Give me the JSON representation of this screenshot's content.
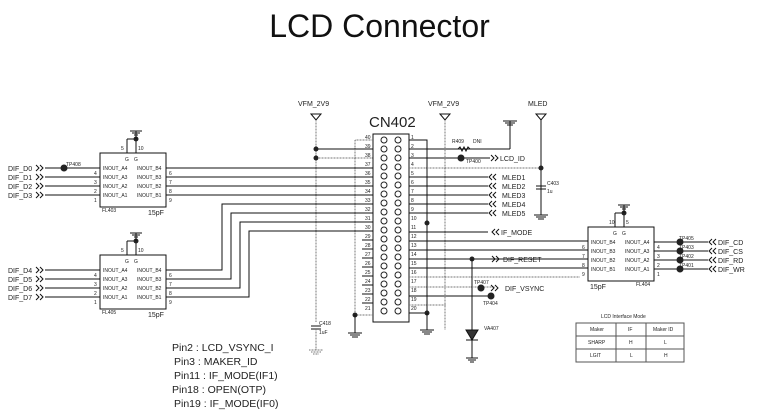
{
  "title": "LCD Connector",
  "connector": {
    "ref": "CN402",
    "left_pins": [
      "40",
      "39",
      "38",
      "37",
      "36",
      "35",
      "34",
      "33",
      "32",
      "31",
      "30",
      "29",
      "28",
      "27",
      "26",
      "25",
      "24",
      "23",
      "22",
      "21"
    ],
    "right_pins": [
      "1",
      "2",
      "3",
      "4",
      "5",
      "6",
      "7",
      "8",
      "9",
      "10",
      "11",
      "12",
      "13",
      "14",
      "15",
      "16",
      "17",
      "18",
      "19",
      "20"
    ]
  },
  "power_labels": {
    "vfm_left": "VFM_2V9",
    "vfm_right": "VFM_2V9",
    "mled": "MLED"
  },
  "filters": [
    {
      "ref": "FL403",
      "cap": "15pF",
      "top_pins": [
        "5",
        "10"
      ],
      "left_pin_nums": [
        "4",
        "3",
        "2",
        "1"
      ],
      "right_pin_nums": [
        "6",
        "7",
        "8",
        "9"
      ],
      "left_labels": [
        "INOUT_A4",
        "INOUT_A3",
        "INOUT_A2",
        "INOUT_A1"
      ],
      "right_labels": [
        "INOUT_B4",
        "INOUT_B3",
        "INOUT_B2",
        "INOUT_B1"
      ],
      "inner_top": [
        "G",
        "G"
      ],
      "signals": [
        "DIF_D0",
        "DIF_D1",
        "DIF_D2",
        "DIF_D3"
      ],
      "testpoint": "TP408"
    },
    {
      "ref": "FL405",
      "cap": "15pF",
      "top_pins": [
        "5",
        "10"
      ],
      "left_pin_nums": [
        "4",
        "3",
        "2",
        "1"
      ],
      "right_pin_nums": [
        "6",
        "7",
        "8",
        "9"
      ],
      "left_labels": [
        "INOUT_A4",
        "INOUT_A3",
        "INOUT_A2",
        "INOUT_A1"
      ],
      "right_labels": [
        "INOUT_B4",
        "INOUT_B3",
        "INOUT_B2",
        "INOUT_B1"
      ],
      "inner_top": [
        "G",
        "G"
      ],
      "signals": [
        "DIF_D4",
        "DIF_D5",
        "DIF_D6",
        "DIF_D7"
      ]
    },
    {
      "ref": "FL404",
      "cap": "15pF",
      "top_pins": [
        "10",
        "5"
      ],
      "left_pin_nums": [
        "6",
        "7",
        "8",
        "9"
      ],
      "right_pin_nums": [
        "4",
        "3",
        "2",
        "1"
      ],
      "left_labels": [
        "INOUT_B4",
        "INOUT_B3",
        "INOUT_B2",
        "INOUT_B1"
      ],
      "right_labels": [
        "INOUT_A4",
        "INOUT_A3",
        "INOUT_A2",
        "INOUT_A1"
      ],
      "inner_top": [
        "G",
        "G"
      ],
      "signals": [
        "DIF_CD",
        "DIF_CS",
        "DIF_RD",
        "DIF_WR"
      ],
      "testpoints": [
        "TP405",
        "TP403",
        "TP402",
        "TP401"
      ]
    }
  ],
  "nets": {
    "lcd_id": "LCD_ID",
    "tp400": "TP400",
    "r409": "R409",
    "dni": "DNI",
    "mled": [
      "MLED1",
      "MLED2",
      "MLED3",
      "MLED4",
      "MLED5"
    ],
    "c403": "C403",
    "c403_val": "1u",
    "if_mode": "IF_MODE",
    "dif_reset": "DIF_RESET",
    "dif_vsync": "DIF_VSYNC",
    "tp407": "TP407",
    "tp404": "TP404",
    "va407": "VA407",
    "c418": "C418",
    "c418_val": "1uF"
  },
  "pin_notes": [
    "Pin2 : LCD_VSYNC_I",
    "Pin3 : MAKER_ID",
    "Pin11 : IF_MODE(IF1)",
    "Pin18 : OPEN(OTP)",
    "Pin19 : IF_MODE(IF0)"
  ],
  "mode_table": {
    "caption": "LCD Interface Mode",
    "headers": [
      "Maker",
      "IF",
      "Maker ID"
    ],
    "rows": [
      [
        "SHARP",
        "H",
        "L"
      ],
      [
        "LGIT",
        "L",
        "H"
      ]
    ]
  }
}
